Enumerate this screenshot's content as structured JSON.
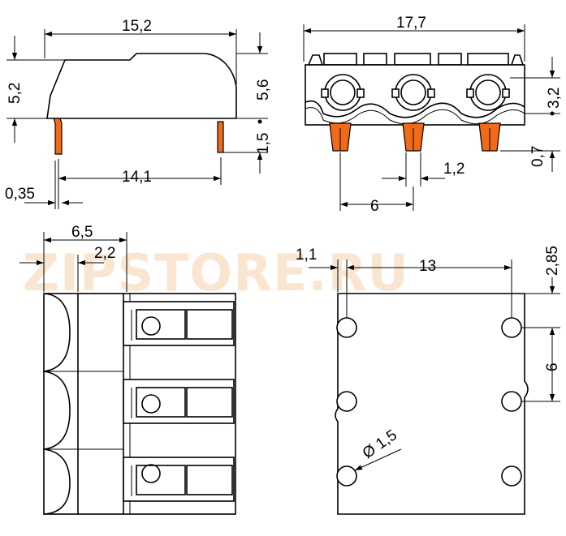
{
  "watermark": {
    "text": "ZIPSTORE.RU"
  },
  "colors": {
    "line": "#000000",
    "terminal": "#f26a18",
    "watermark": "#f6c79a"
  },
  "side_view": {
    "dims": {
      "length": "15,2",
      "height_left": "5,2",
      "height_right": "5,6",
      "pin_length": "1,5",
      "pin_pitch": "14,1",
      "pin_thickness": "0,35"
    }
  },
  "front_view": {
    "dims": {
      "width": "17,7",
      "hole_offset": "3,2",
      "pin_width": "1,2",
      "pin_tip": "0,7",
      "pitch": "6"
    }
  },
  "top_view": {
    "dims": {
      "depth": "6,5",
      "button_offset": "2,2"
    }
  },
  "pcb_layout": {
    "dims": {
      "edge_offset": "1,1",
      "row_distance": "13",
      "top_offset": "2,85",
      "pitch": "6",
      "hole_diameter": "Ø 1,5"
    }
  }
}
